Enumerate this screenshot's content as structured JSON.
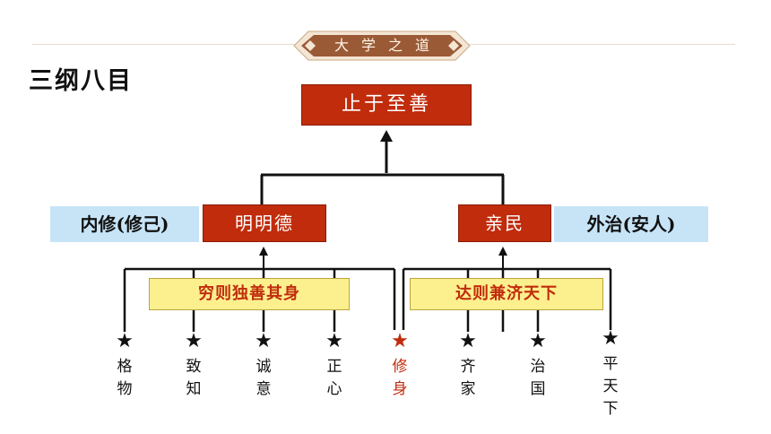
{
  "header": {
    "badge_text": "大学之道"
  },
  "page_title": "三纲八目",
  "top_goal": "止于至善",
  "mid_left": {
    "label": "明明德",
    "side_label": "内修(修己)"
  },
  "mid_right": {
    "label": "亲民",
    "side_label": "外治(安人)"
  },
  "band_left": "穷则独善其身",
  "band_right": "达则兼济天下",
  "star_glyph": "★",
  "items": [
    {
      "text": "格物",
      "highlight": false
    },
    {
      "text": "致知",
      "highlight": false
    },
    {
      "text": "诚意",
      "highlight": false
    },
    {
      "text": "正心",
      "highlight": false
    },
    {
      "text": "修身",
      "highlight": true
    },
    {
      "text": "齐家",
      "highlight": false
    },
    {
      "text": "治国",
      "highlight": false
    },
    {
      "text": "平天下",
      "highlight": false
    }
  ],
  "colors": {
    "red": "#c02c0c",
    "blue": "#c7e4f7",
    "yellow": "#fcef8e",
    "badge": "#9b5a36"
  }
}
